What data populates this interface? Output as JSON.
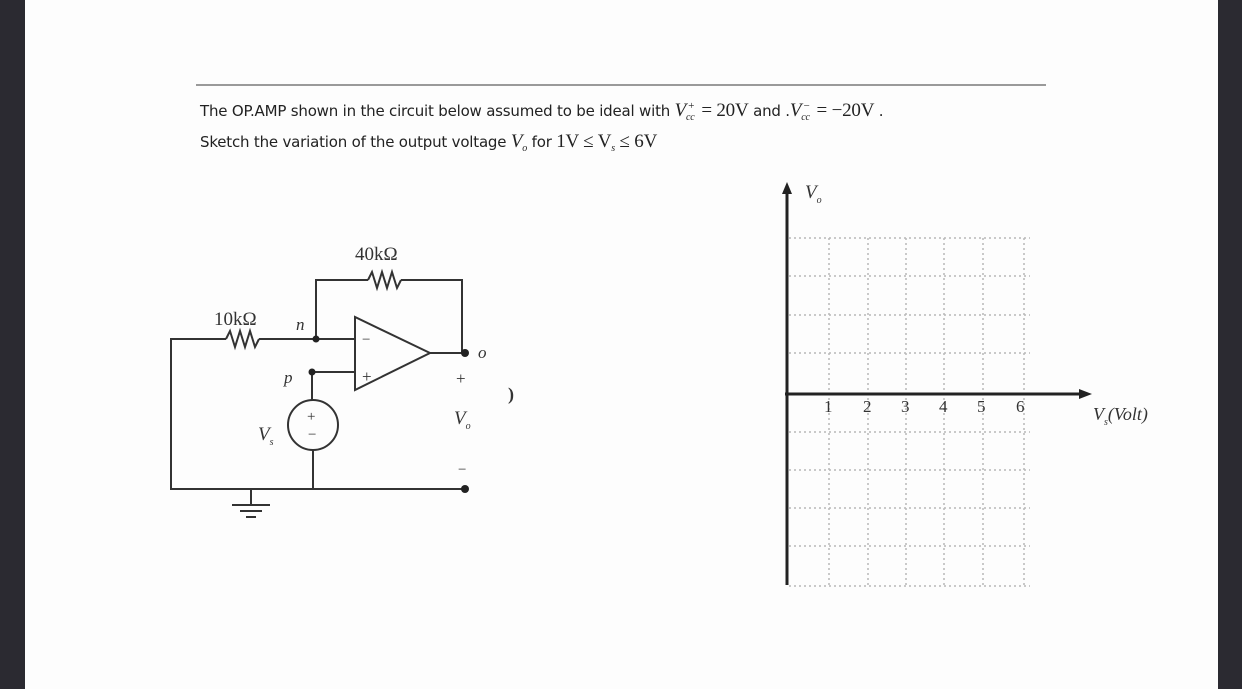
{
  "problem": {
    "line1_text": "The OP.AMP  shown in the circuit below assumed to be ideal with ",
    "vcc_pos_symbol": "V",
    "vcc_pos_sup": "+",
    "vcc_pos_sub": "cc",
    "vcc_pos_value": " = 20V",
    "and_text": " and .",
    "vcc_neg_symbol": "V",
    "vcc_neg_sup": "−",
    "vcc_neg_sub": "cc",
    "vcc_neg_value": " = −20V",
    "line1_end": " .",
    "line2_text": "Sketch the variation of the output voltage ",
    "vo_symbol": "V",
    "vo_sub": "o",
    "for_text": " for ",
    "range_low": "1V ≤ V",
    "range_sub": "s",
    "range_high": " ≤ 6V"
  },
  "circuit": {
    "r_in_label": "10kΩ",
    "r_f_label": "40kΩ",
    "node_n": "n",
    "node_p": "p",
    "node_o": "o",
    "source_label": "V",
    "source_sub": "s",
    "source_plus": "+",
    "source_minus": "−",
    "opamp_minus": "−",
    "opamp_plus": "+",
    "out_plus": "+",
    "out_minus": "−",
    "out_label": "V",
    "out_sub": "o",
    "stray_paren": ")"
  },
  "chart_data": {
    "type": "line",
    "title": "",
    "xlabel": "Vs(Volt)",
    "ylabel": "Vo",
    "x_ticks": [
      "1",
      "2",
      "3",
      "4",
      "5",
      "6"
    ],
    "xlim": [
      0,
      6
    ],
    "grid": "dotted",
    "grid_rows_above_axis": 4,
    "grid_rows_below_axis": 5,
    "series": []
  },
  "graph": {
    "y_label": "V",
    "y_sub": "o",
    "x_label_v": "V",
    "x_label_sub": "s",
    "x_label_unit": "(Volt)",
    "ticks": [
      "1",
      "2",
      "3",
      "4",
      "5",
      "6"
    ]
  },
  "colors": {
    "ink": "#222222",
    "grid": "#b8b8b8",
    "rule": "#9a9a9a"
  }
}
